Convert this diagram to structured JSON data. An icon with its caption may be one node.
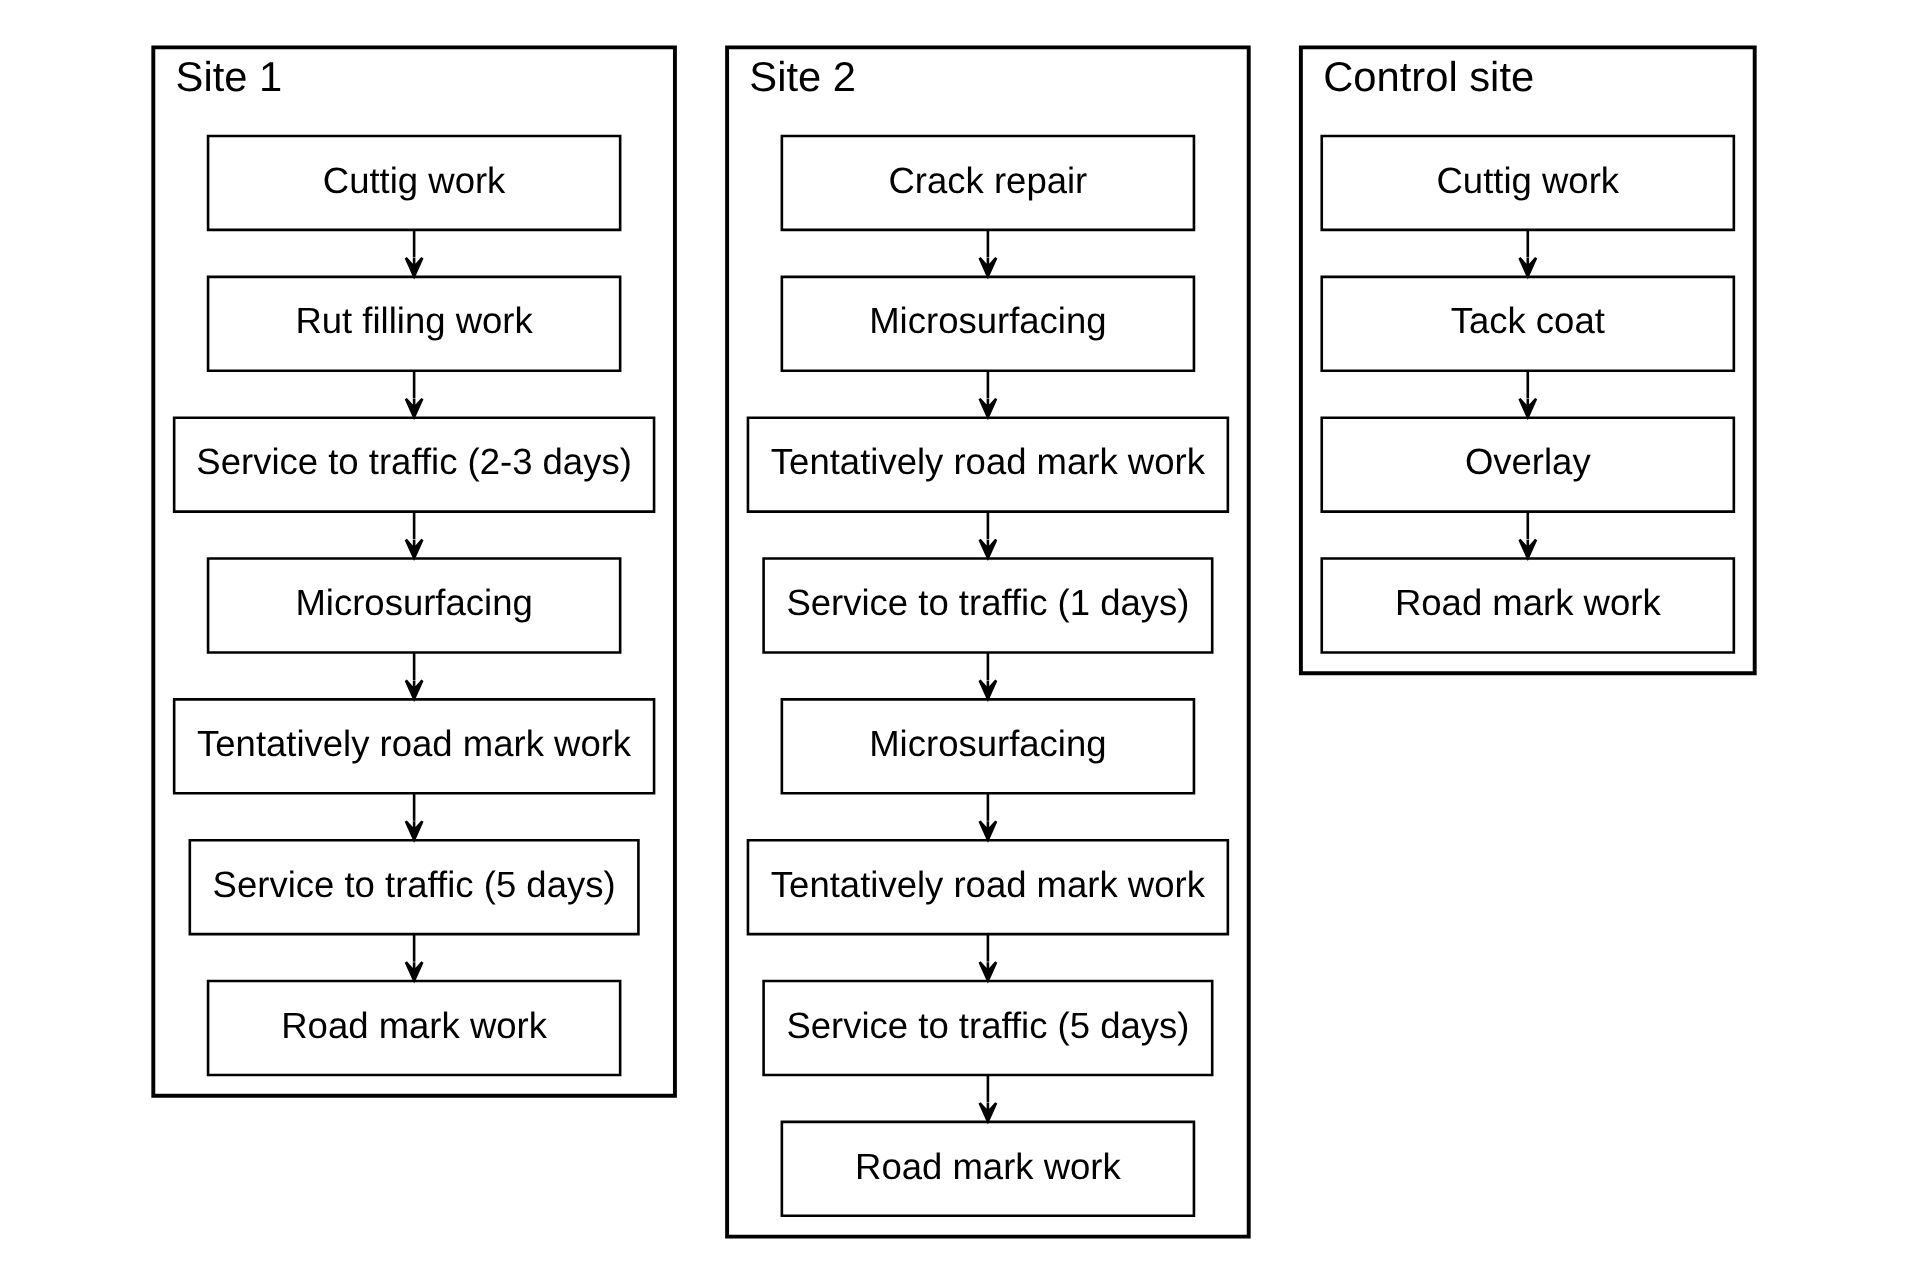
{
  "diagram": {
    "nodes": [
      {
        "text": [
          "Site 1"
        ]
      },
      {
        "text": [
          "Cuttig work"
        ],
        "in": 0
      },
      {
        "text": [
          "Rut filling work"
        ],
        "in": 0
      },
      {
        "text": [
          "Service to traffic (2-3 days)"
        ],
        "in": 0
      },
      {
        "text": [
          "Microsurfacing"
        ],
        "in": 0
      },
      {
        "text": [
          "Tentatively road mark work"
        ],
        "in": 0
      },
      {
        "text": [
          "Service to traffic (5 days)"
        ],
        "in": 0
      },
      {
        "text": [
          "Road mark work"
        ],
        "in": 0
      },
      {
        "text": [
          "Site 2"
        ]
      },
      {
        "text": [
          "Crack repair"
        ],
        "in": 8
      },
      {
        "text": [
          "Microsurfacing"
        ],
        "in": 8
      },
      {
        "text": [
          "Tentatively road mark work"
        ],
        "in": 8
      },
      {
        "text": [
          "Service to traffic (1 days)"
        ],
        "in": 8
      },
      {
        "text": [
          "Microsurfacing"
        ],
        "in": 8
      },
      {
        "text": [
          "Tentatively road mark work"
        ],
        "in": 8
      },
      {
        "text": [
          "Service to traffic (5 days)"
        ],
        "in": 8
      },
      {
        "text": [
          "Road mark work"
        ],
        "in": 8
      },
      {
        "text": [
          "Control site"
        ]
      },
      {
        "text": [
          "Cuttig work"
        ],
        "in": 17
      },
      {
        "text": [
          "Tack coat"
        ],
        "in": 17
      },
      {
        "text": [
          "Overlay"
        ],
        "in": 17
      },
      {
        "text": [
          "Road mark work"
        ],
        "in": 17
      }
    ],
    "edges": [
      {
        "from": 1,
        "to": 2,
        "arrow": "to"
      },
      {
        "from": 2,
        "to": 3,
        "arrow": "to"
      },
      {
        "from": 3,
        "to": 4,
        "arrow": "to"
      },
      {
        "from": 4,
        "to": 5,
        "arrow": "to"
      },
      {
        "from": 5,
        "to": 6,
        "arrow": "to"
      },
      {
        "from": 6,
        "to": 7,
        "arrow": "to"
      },
      {
        "from": 9,
        "to": 10,
        "arrow": "to"
      },
      {
        "from": 10,
        "to": 11,
        "arrow": "to"
      },
      {
        "from": 11,
        "to": 12,
        "arrow": "to"
      },
      {
        "from": 12,
        "to": 13,
        "arrow": "to"
      },
      {
        "from": 13,
        "to": 14,
        "arrow": "to"
      },
      {
        "from": 14,
        "to": 15,
        "arrow": "to"
      },
      {
        "from": 15,
        "to": 16,
        "arrow": "to"
      },
      {
        "from": 18,
        "to": 19,
        "arrow": "to"
      },
      {
        "from": 19,
        "to": 20,
        "arrow": "to"
      },
      {
        "from": 20,
        "to": 21,
        "arrow": "to"
      }
    ]
  }
}
